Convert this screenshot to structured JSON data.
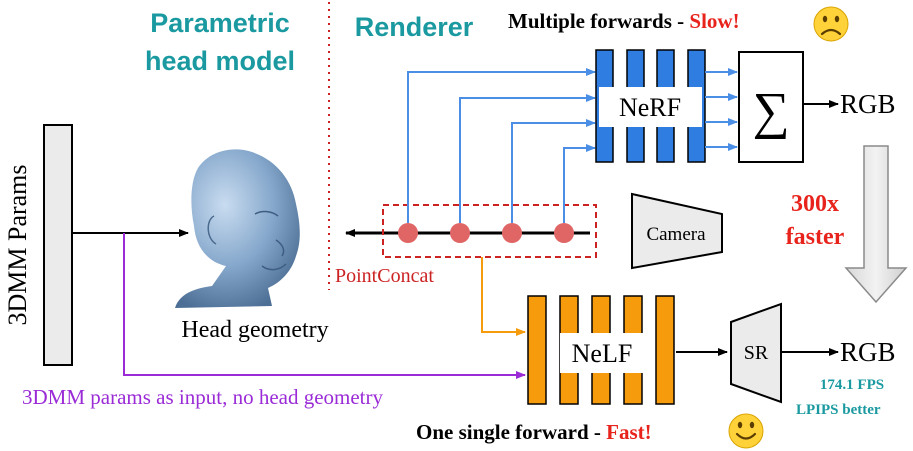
{
  "labels": {
    "parametric_line1": "Parametric",
    "parametric_line2": "head model",
    "renderer": "Renderer",
    "multiple_forwards": "Multiple forwards - ",
    "slow": "Slow!",
    "params_vertical": "3DMM Params",
    "nerf": "NeRF",
    "sum_symbol": "∑",
    "rgb_top": "RGB",
    "speedup_line1": "300x",
    "speedup_line2": "faster",
    "camera": "Camera",
    "point_concat": "PointConcat",
    "head_geometry": "Head geometry",
    "nelf": "NeLF",
    "sr": "SR",
    "rgb_bottom": "RGB",
    "fps": "174.1 FPS",
    "lpips": "LPIPS better",
    "params_input_caption": "3DMM params as input, no head geometry",
    "single_forward": "One single forward - ",
    "fast": "Fast!"
  },
  "colors": {
    "teal_heading": "#1a9aa0",
    "red_emphasis": "#e8231c",
    "nerf_blue": "#2f7de1",
    "nelf_orange": "#f59b0c",
    "arrow_blue": "#4a8ee6",
    "purple_path": "#9a2bd6",
    "point_red": "#e06666",
    "dashed_red": "#cc2222",
    "emoji_yellow": "#ffd23a"
  },
  "icons": [
    "head-mesh-image",
    "frowning-face-icon",
    "smiling-face-icon",
    "camera-frustum-icon",
    "summation-icon"
  ]
}
